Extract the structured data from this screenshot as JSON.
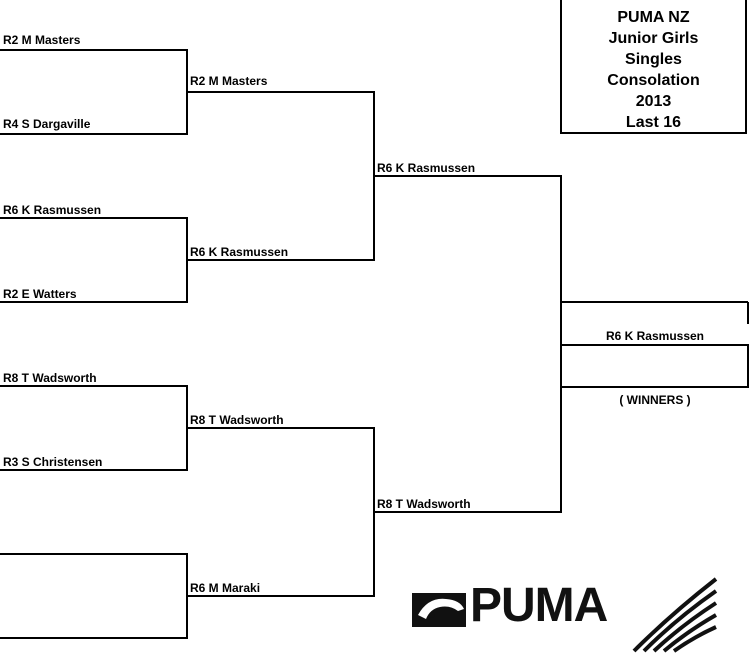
{
  "title": {
    "lines": [
      "PUMA NZ",
      "Junior Girls",
      "Singles",
      "Consolation",
      "2013",
      "Last 16"
    ]
  },
  "round1": [
    "R2 M Masters",
    "R4 S Dargaville",
    "R6 K Rasmussen",
    "R2 E Watters",
    "R8 T Wadsworth",
    "R3 S Christensen",
    "",
    ""
  ],
  "round2": [
    "R2 M Masters",
    "R6 K Rasmussen",
    "R8 T Wadsworth",
    "R6 M Maraki"
  ],
  "round3": [
    "R6 K Rasmussen",
    "R8 T Wadsworth"
  ],
  "final": {
    "winner": "R6 K Rasmussen",
    "caption": "( WINNERS )"
  },
  "logo": {
    "brand": "PUMA",
    "icon": "puma-cat-icon"
  }
}
